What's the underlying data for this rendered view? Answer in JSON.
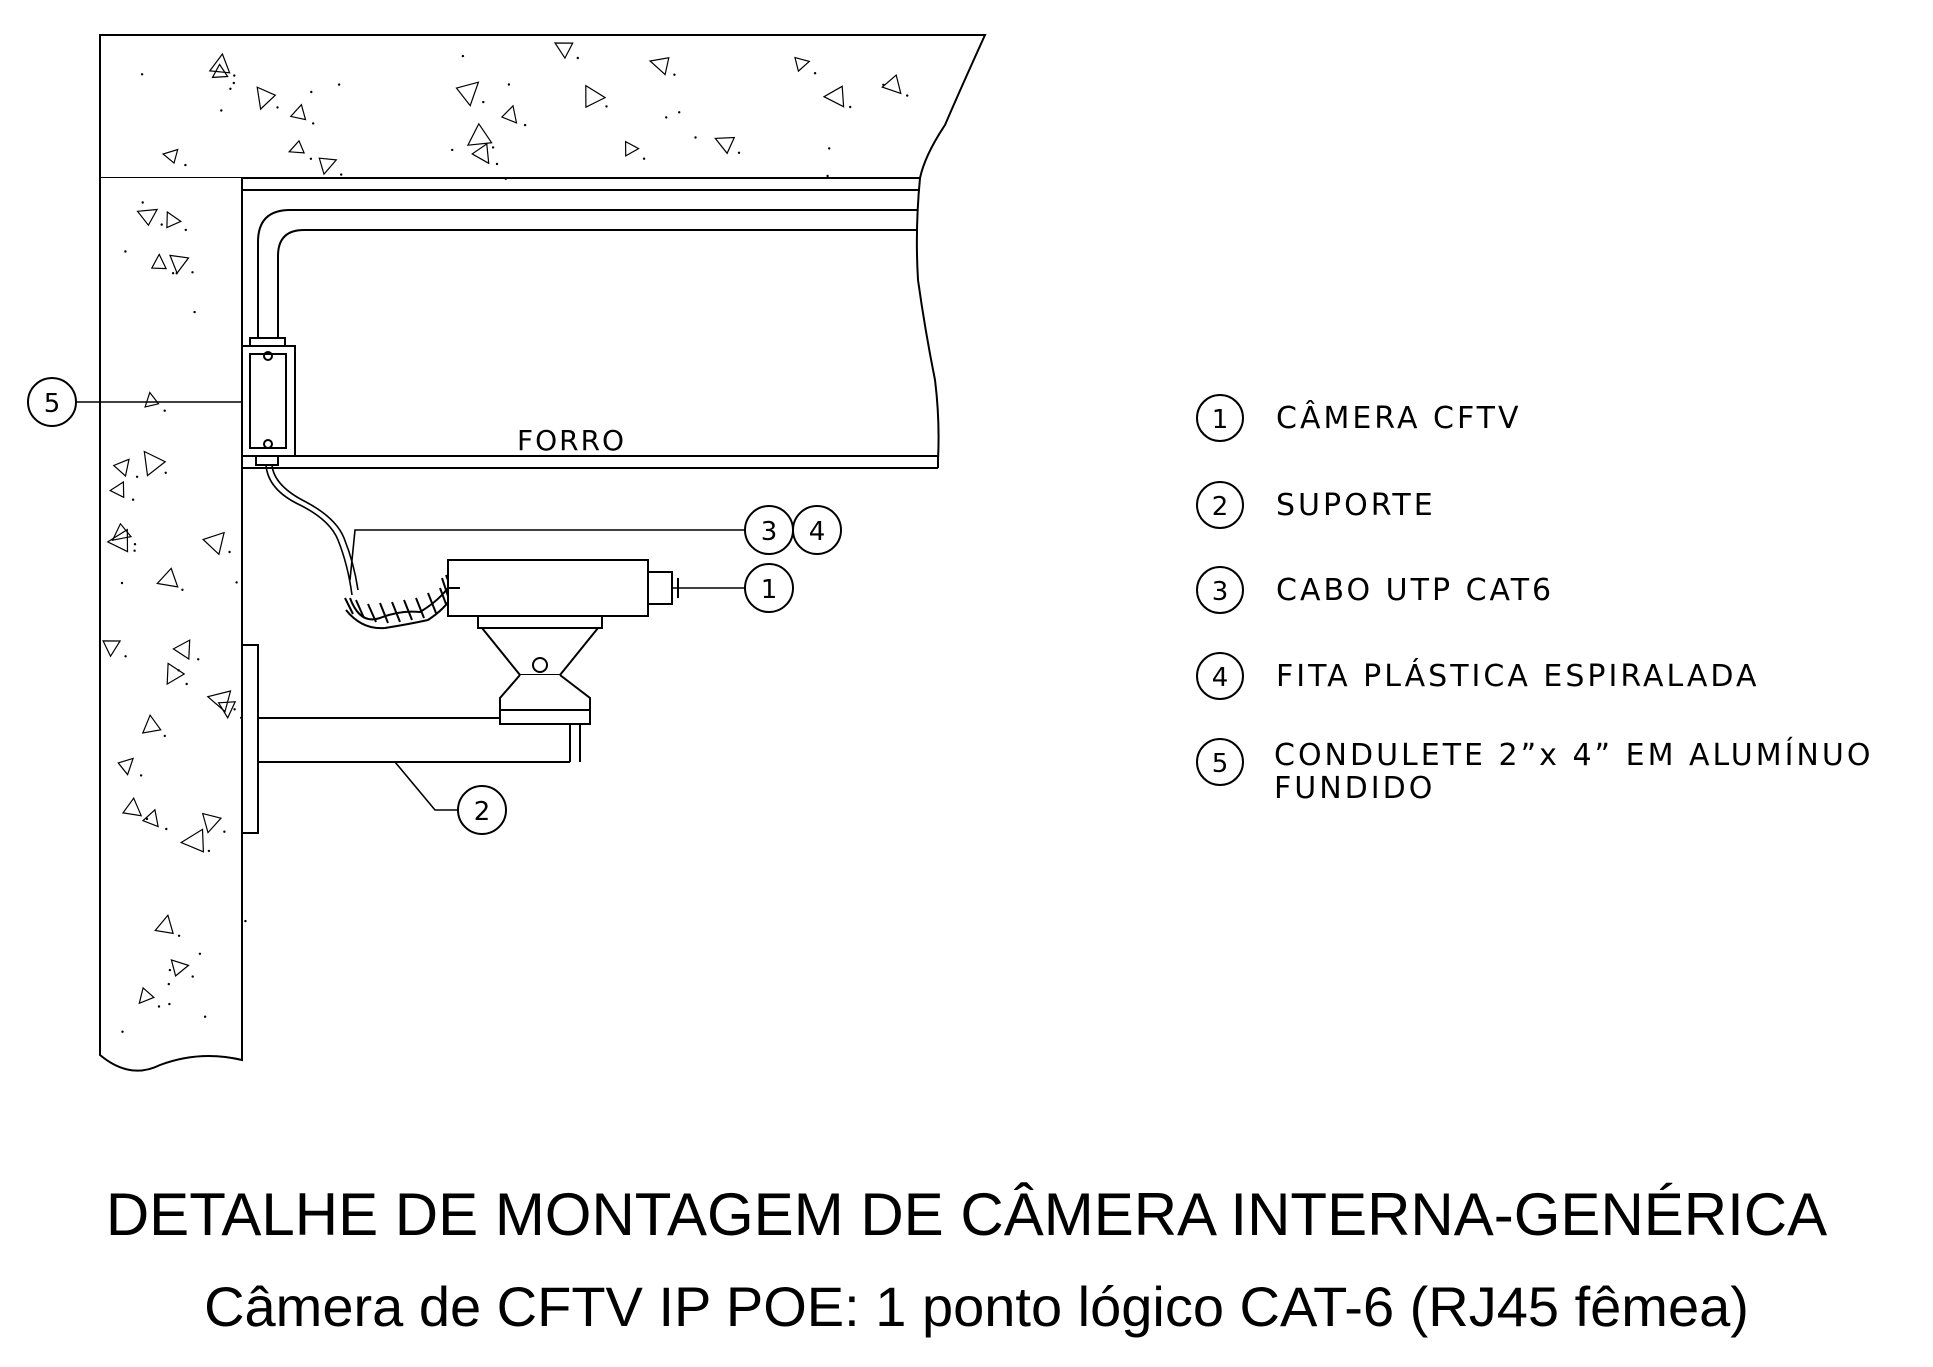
{
  "drawing": {
    "forro_label": "FORRO",
    "balloons": {
      "b1": "1",
      "b2": "2",
      "b3": "3",
      "b4": "4",
      "b5": "5"
    }
  },
  "legend": {
    "items": [
      {
        "num": "1",
        "lines": [
          "CÂMERA  CFTV"
        ]
      },
      {
        "num": "2",
        "lines": [
          "SUPORTE"
        ]
      },
      {
        "num": "3",
        "lines": [
          "CABO  UTP  CAT6"
        ]
      },
      {
        "num": "4",
        "lines": [
          "FITA  PLÁSTICA  ESPIRALADA"
        ]
      },
      {
        "num": "5",
        "lines": [
          "CONDULETE  2”x  4”  EM  ALUMÍNUO",
          "FUNDIDO"
        ]
      }
    ]
  },
  "title": {
    "main": "DETALHE DE MONTAGEM DE CÂMERA INTERNA-GENÉRICA",
    "subtitle": "Câmera de CFTV IP  POE: 1 ponto lógico CAT-6 (RJ45 fêmea)"
  }
}
